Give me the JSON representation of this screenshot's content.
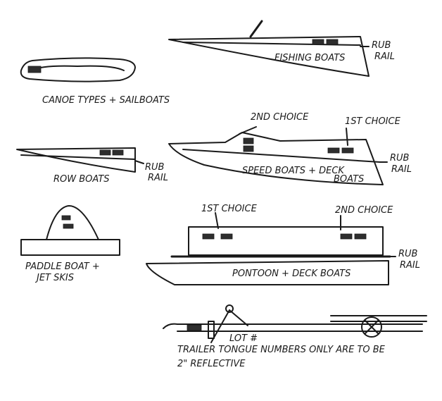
{
  "labels": {
    "canoe": "CANOE TYPES + SAILBOATS",
    "fishing": "FISHING BOATS",
    "fishing_rub_1": "RUB",
    "fishing_rub_2": "RAIL",
    "row": "ROW BOATS",
    "row_rub_1": "RUB",
    "row_rub_2": "RAIL",
    "speed_choice_2": "2ND CHOICE",
    "speed_choice_1": "1ST CHOICE",
    "speed_1": "SPEED BOATS + DECK",
    "speed_2": "BOATS",
    "speed_rub_1": "RUB",
    "speed_rub_2": "RAIL",
    "paddle_1": "PADDLE BOAT +",
    "paddle_2": "JET SKIS",
    "pontoon_choice_1": "1ST CHOICE",
    "pontoon_choice_2": "2ND CHOICE",
    "pontoon_rub_1": "RUB",
    "pontoon_rub_2": "RAIL",
    "pontoon": "PONTOON + DECK BOATS",
    "trailer_handwritten": "LOT #",
    "trailer_1": "TRAILER TONGUE NUMBERS ONLY ARE TO BE",
    "trailer_2": "2\" REFLECTIVE"
  }
}
